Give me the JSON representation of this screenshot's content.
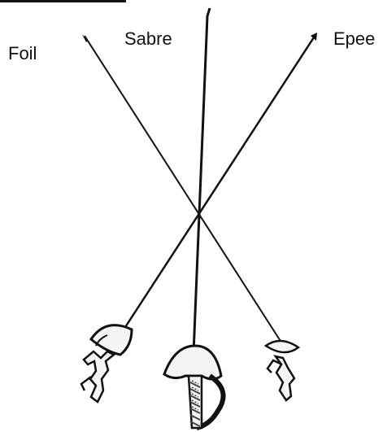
{
  "labels": {
    "foil": "Foil",
    "sabre": "Sabre",
    "epee": "Epee"
  },
  "colors": {
    "ink": "#111111",
    "guard_fill": "#f4f4f4",
    "grip_pattern": "#444444"
  },
  "icons": [
    "foil-sword-icon",
    "sabre-sword-icon",
    "epee-sword-icon"
  ]
}
